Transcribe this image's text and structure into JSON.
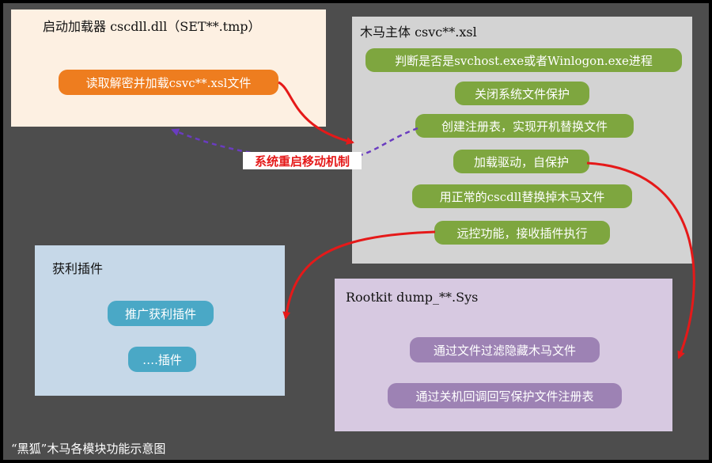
{
  "loader": {
    "title": "启动加载器 cscdll.dll（SET**.tmp）",
    "step": "读取解密并加载csvc**.xsl文件"
  },
  "trojan": {
    "title": "木马主体 csvc**.xsl",
    "steps": [
      "判断是否是svchost.exe或者Winlogon.exe进程",
      "关闭系统文件保护",
      "创建注册表，实现开机替换文件",
      "加载驱动，自保护",
      "用正常的cscdll替换掉木马文件",
      "远控功能，接收插件执行"
    ]
  },
  "profit": {
    "title": "获利插件",
    "items": [
      "推广获利插件",
      "….插件"
    ]
  },
  "rootkit": {
    "title": "Rootkit dump_**.Sys",
    "items": [
      "通过文件过滤隐藏木马文件",
      "通过关机回调回写保护文件注册表"
    ]
  },
  "reboot_label": "系统重启移动机制",
  "caption": "“黑狐”木马各模块功能示意图",
  "colors": {
    "arrow_red": "#e51919",
    "arrow_dashed": "#6a3cc0"
  }
}
